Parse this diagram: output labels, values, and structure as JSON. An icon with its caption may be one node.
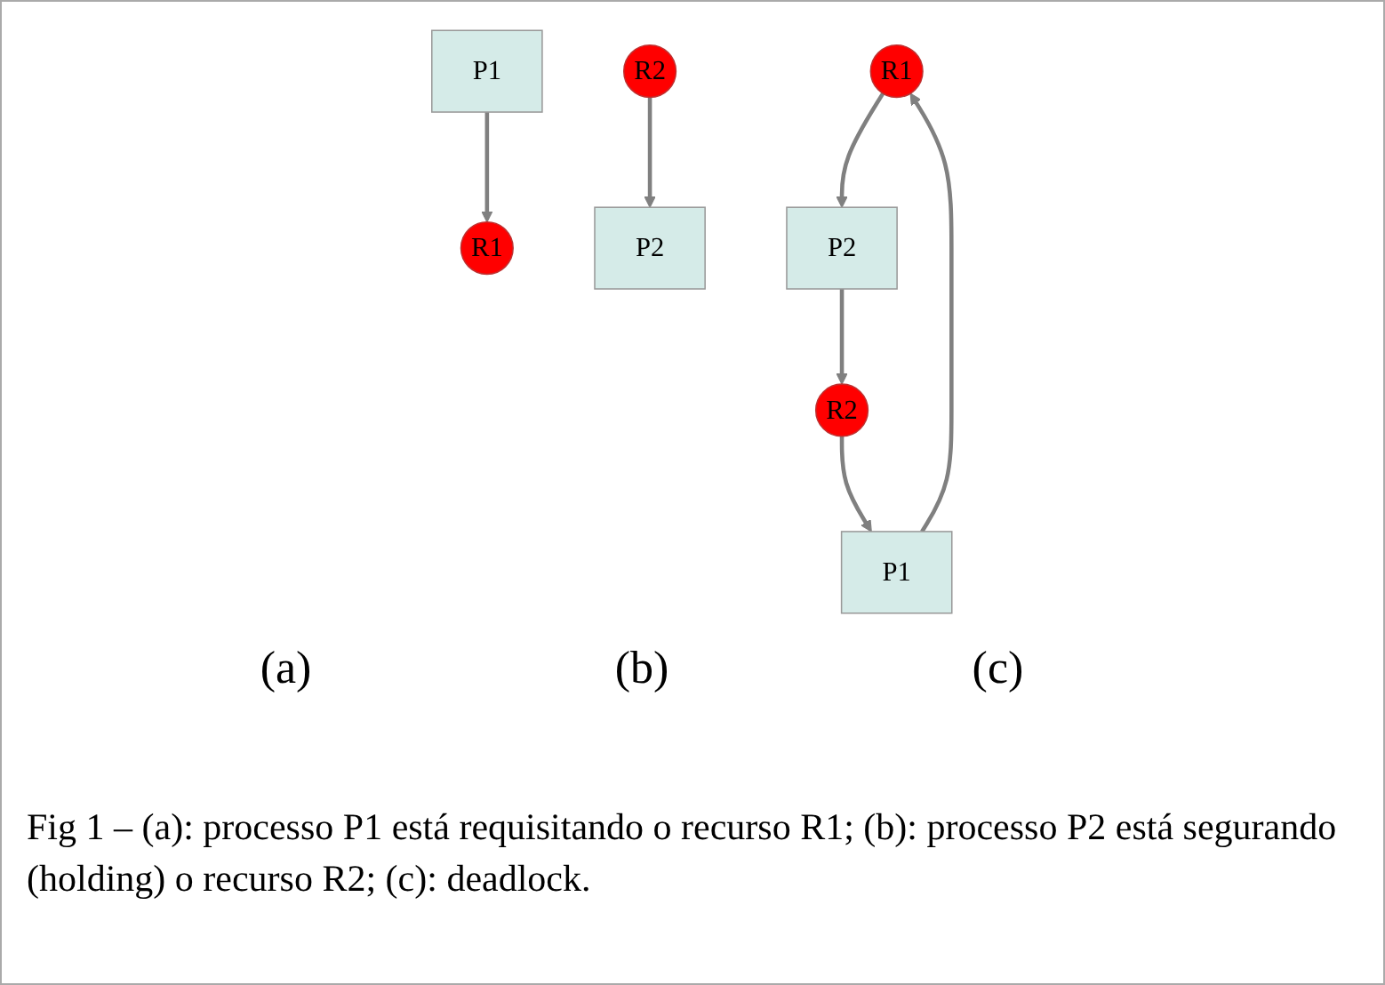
{
  "diagram": {
    "caption": "Fig 1 – (a): processo P1 está requisitando o recurso R1; (b): processo P2 está segurando (holding) o recurso R2; (c): deadlock.",
    "nodes": [
      {
        "text": [
          "R1"
        ]
      },
      {
        "text": [
          "P1"
        ]
      },
      {
        "text": [
          "R2"
        ]
      },
      {
        "text": [
          "P2"
        ]
      },
      {
        "text": [
          "R1"
        ]
      },
      {
        "text": [
          "P1"
        ]
      },
      {
        "text": [
          "P2"
        ]
      },
      {
        "text": [
          "R2"
        ]
      }
    ],
    "edges": [
      {
        "from": 1,
        "to": 0,
        "arrow": "to"
      },
      {
        "from": 2,
        "to": 3,
        "arrow": "to"
      },
      {
        "from": 5,
        "to": 4,
        "arrow": "to"
      },
      {
        "from": 4,
        "to": 6,
        "arrow": "to"
      },
      {
        "from": 6,
        "to": 7,
        "arrow": "to"
      },
      {
        "from": 7,
        "to": 5,
        "arrow": "to"
      }
    ],
    "labels": [
      "(a)",
      "(b)",
      "(c)"
    ]
  }
}
